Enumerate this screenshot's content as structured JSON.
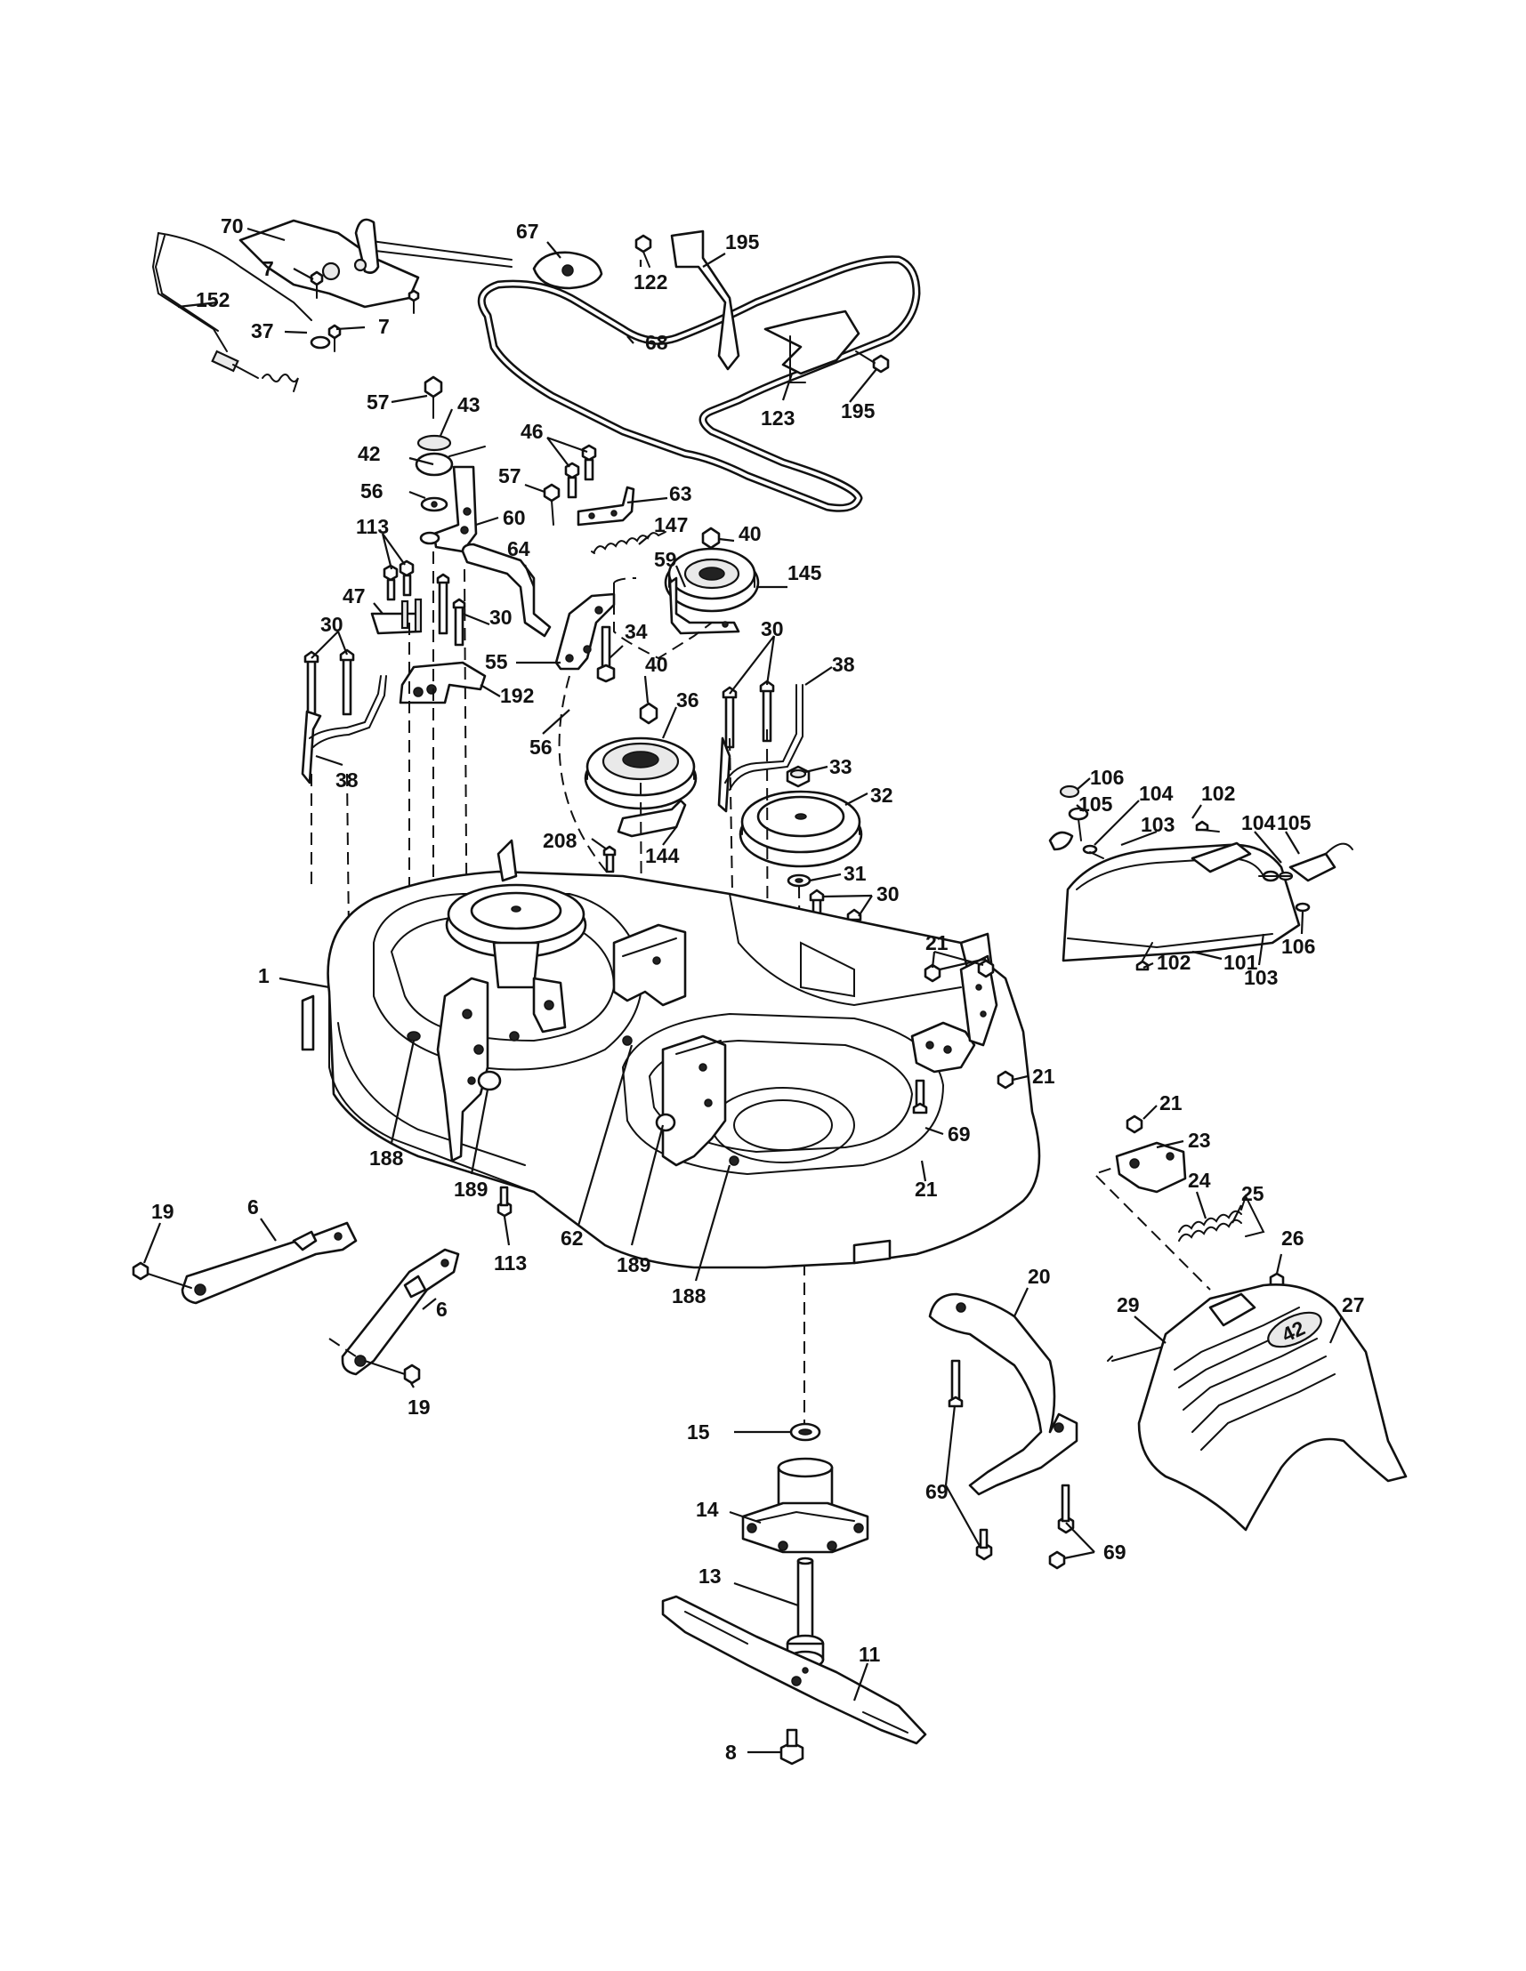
{
  "callouts": [
    {
      "id": "c70",
      "num": "70"
    },
    {
      "id": "c67",
      "num": "67"
    },
    {
      "id": "c195a",
      "num": "195"
    },
    {
      "id": "c122",
      "num": "122"
    },
    {
      "id": "c7a",
      "num": "7"
    },
    {
      "id": "c152",
      "num": "152"
    },
    {
      "id": "c7b",
      "num": "7"
    },
    {
      "id": "c37",
      "num": "37"
    },
    {
      "id": "c68",
      "num": "68"
    },
    {
      "id": "c123",
      "num": "123"
    },
    {
      "id": "c195b",
      "num": "195"
    },
    {
      "id": "c57a",
      "num": "57"
    },
    {
      "id": "c43",
      "num": "43"
    },
    {
      "id": "c42",
      "num": "42"
    },
    {
      "id": "c46",
      "num": "46"
    },
    {
      "id": "c57b",
      "num": "57"
    },
    {
      "id": "c63",
      "num": "63"
    },
    {
      "id": "c56a",
      "num": "56"
    },
    {
      "id": "c60",
      "num": "60"
    },
    {
      "id": "c147",
      "num": "147"
    },
    {
      "id": "c40a",
      "num": "40"
    },
    {
      "id": "c113a",
      "num": "113"
    },
    {
      "id": "c64",
      "num": "64"
    },
    {
      "id": "c59",
      "num": "59"
    },
    {
      "id": "c145",
      "num": "145"
    },
    {
      "id": "c47",
      "num": "47"
    },
    {
      "id": "c30a",
      "num": "30"
    },
    {
      "id": "c30b",
      "num": "30"
    },
    {
      "id": "c34",
      "num": "34"
    },
    {
      "id": "c30c",
      "num": "30"
    },
    {
      "id": "c55",
      "num": "55"
    },
    {
      "id": "c38a",
      "num": "38"
    },
    {
      "id": "c192",
      "num": "192"
    },
    {
      "id": "c40b",
      "num": "40"
    },
    {
      "id": "c36",
      "num": "36"
    },
    {
      "id": "c38b",
      "num": "38"
    },
    {
      "id": "c56b",
      "num": "56"
    },
    {
      "id": "c33",
      "num": "33"
    },
    {
      "id": "c32",
      "num": "32"
    },
    {
      "id": "c106a",
      "num": "106"
    },
    {
      "id": "c105a",
      "num": "105"
    },
    {
      "id": "c104a",
      "num": "104"
    },
    {
      "id": "c102a",
      "num": "102"
    },
    {
      "id": "c103a",
      "num": "103"
    },
    {
      "id": "c104b",
      "num": "104"
    },
    {
      "id": "c105b",
      "num": "105"
    },
    {
      "id": "c144",
      "num": "144"
    },
    {
      "id": "c208",
      "num": "208"
    },
    {
      "id": "c31",
      "num": "31"
    },
    {
      "id": "c30d",
      "num": "30"
    },
    {
      "id": "c106b",
      "num": "106"
    },
    {
      "id": "c103b",
      "num": "103"
    },
    {
      "id": "c102b",
      "num": "102"
    },
    {
      "id": "c101",
      "num": "101"
    },
    {
      "id": "c1",
      "num": "1"
    },
    {
      "id": "c21a",
      "num": "21"
    },
    {
      "id": "c21b",
      "num": "21"
    },
    {
      "id": "c21c",
      "num": "21"
    },
    {
      "id": "c69a",
      "num": "69"
    },
    {
      "id": "c21d",
      "num": "21"
    },
    {
      "id": "c23",
      "num": "23"
    },
    {
      "id": "c24",
      "num": "24"
    },
    {
      "id": "c25",
      "num": "25"
    },
    {
      "id": "c188a",
      "num": "188"
    },
    {
      "id": "c189a",
      "num": "189"
    },
    {
      "id": "c19a",
      "num": "19"
    },
    {
      "id": "c6a",
      "num": "6"
    },
    {
      "id": "c113b",
      "num": "113"
    },
    {
      "id": "c62",
      "num": "62"
    },
    {
      "id": "c189b",
      "num": "189"
    },
    {
      "id": "c188b",
      "num": "188"
    },
    {
      "id": "c26",
      "num": "26"
    },
    {
      "id": "c20",
      "num": "20"
    },
    {
      "id": "c29",
      "num": "29"
    },
    {
      "id": "c27",
      "num": "27"
    },
    {
      "id": "c6b",
      "num": "6"
    },
    {
      "id": "c19b",
      "num": "19"
    },
    {
      "id": "c15",
      "num": "15"
    },
    {
      "id": "c14",
      "num": "14"
    },
    {
      "id": "c69b",
      "num": "69"
    },
    {
      "id": "c69c",
      "num": "69"
    },
    {
      "id": "c13",
      "num": "13"
    },
    {
      "id": "c11",
      "num": "11"
    },
    {
      "id": "c8",
      "num": "8"
    }
  ],
  "deflector_logo": "42"
}
